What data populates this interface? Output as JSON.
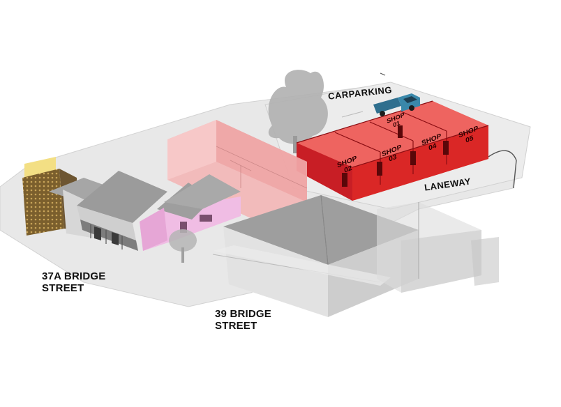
{
  "labels": {
    "carparking": "CARPARKING",
    "laneway": "LANEWAY",
    "bridge_37a_line1": "37A BRIDGE",
    "bridge_37a_line2": "STREET",
    "bridge_39_line1": "39 BRIDGE",
    "bridge_39_line2": "STREET"
  },
  "shops": [
    {
      "line1": "SHOP",
      "line2": "02"
    },
    {
      "line1": "SHOP",
      "line2": "03"
    },
    {
      "line1": "SHOP",
      "line2": "04"
    },
    {
      "line1": "SHOP",
      "line2": "05"
    },
    {
      "line1": "SHOP",
      "line2": "01"
    }
  ],
  "colors": {
    "ground": "#e6e6e6",
    "shop_red": "#e0201e",
    "shop_red_dark": "#b5121a",
    "pink_building": "#f2b5b5",
    "house_pink": "#efb8e0",
    "grey_building": "#a9a9a9",
    "truck": "#3a7fa0",
    "facade_yellow": "#f3e08a",
    "facade_brown": "#8a6b3a"
  }
}
